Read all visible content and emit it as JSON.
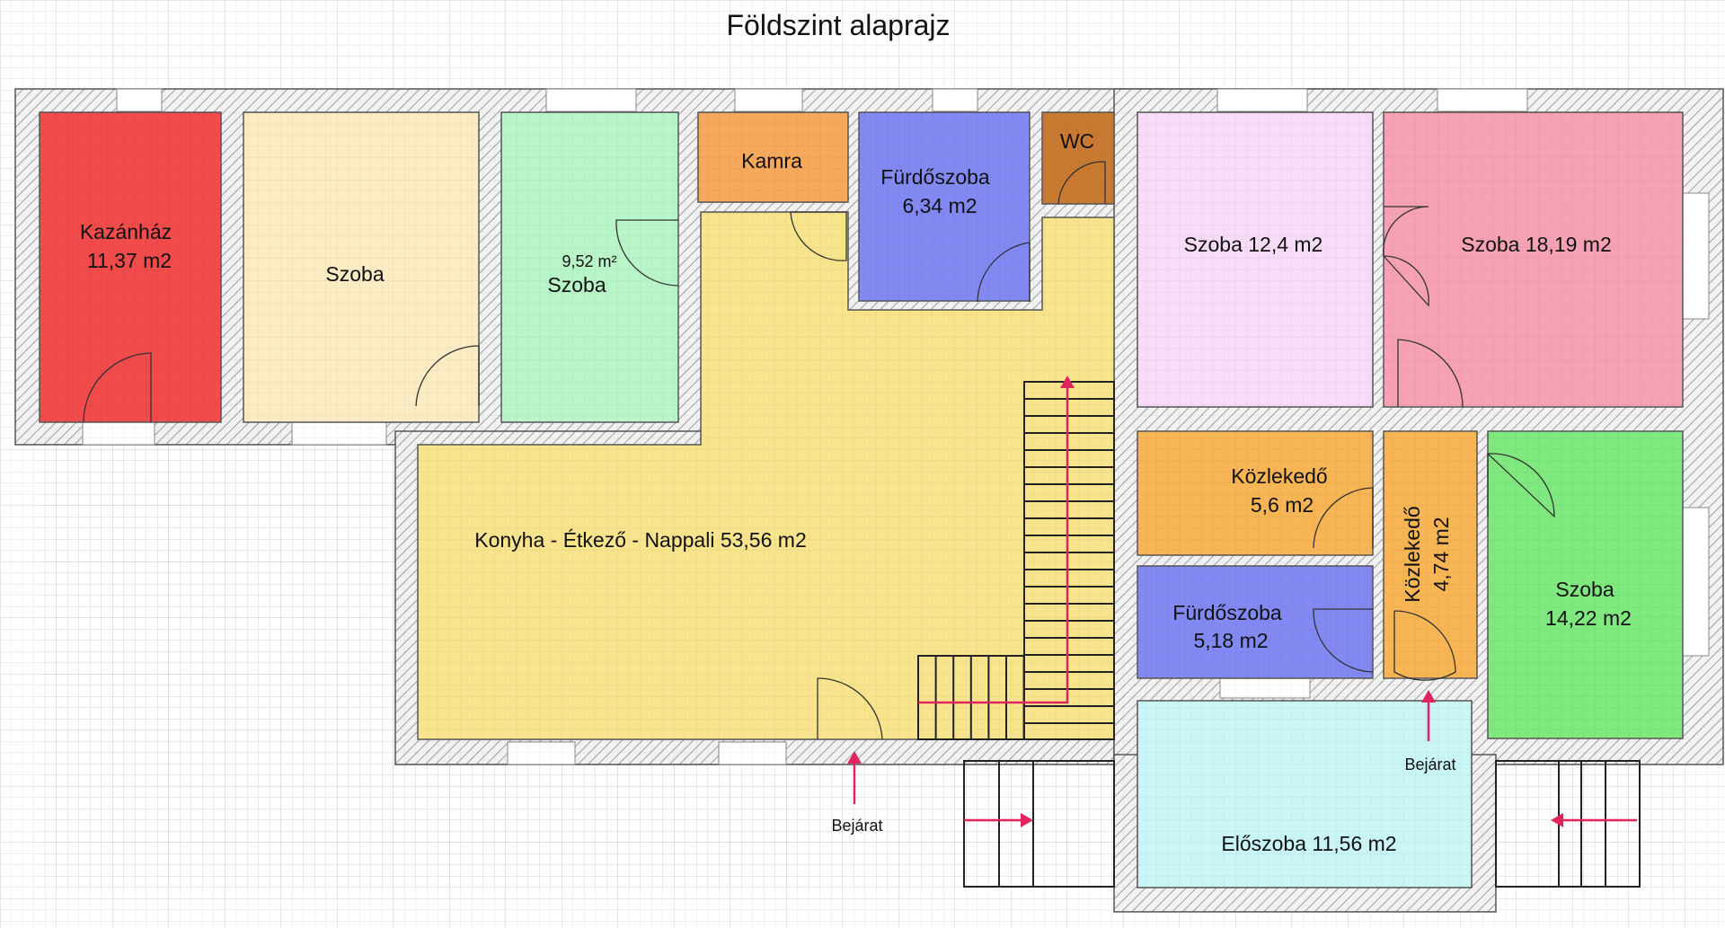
{
  "title": "Földszint alaprajz",
  "colors": {
    "kazanhaz": "#f24b4b",
    "szoba1": "#fbecc4",
    "szoba2": "#b8f5c8",
    "kamra": "#f7a85a",
    "furdo1": "#8389f3",
    "wc": "#c97a32",
    "nappali": "#f8e48c",
    "szoba3": "#f7dcf7",
    "szoba4": "#f7a2b4",
    "kozlekedo": "#f7b554",
    "furdo2": "#8389f3",
    "szoba5": "#7fe87f",
    "eloszoba": "#c9f5f7",
    "arrow": "#e0245e",
    "wall": "#cccccc"
  },
  "rooms": {
    "kazanhaz": {
      "line1": "Kazánház",
      "line2": "11,37 m2"
    },
    "szoba1": {
      "line1": "Szoba"
    },
    "szoba2": {
      "area": "9,52 m²",
      "line1": "Szoba"
    },
    "kamra": {
      "line1": "Kamra"
    },
    "furdo1": {
      "line1": "Fürdőszoba",
      "line2": "6,34 m2"
    },
    "wc": {
      "line1": "WC"
    },
    "nappali": {
      "line1": "Konyha - Étkező - Nappali 53,56 m2"
    },
    "szoba3": {
      "line1": "Szoba 12,4 m2"
    },
    "szoba4": {
      "line1": "Szoba 18,19 m2"
    },
    "kozlekedo1": {
      "line1": "Közlekedő",
      "line2": "5,6 m2"
    },
    "kozlekedo2": {
      "line1": "Közlekedő",
      "line2": "4,74 m2"
    },
    "furdo2": {
      "line1": "Fürdőszoba",
      "line2": "5,18 m2"
    },
    "szoba5": {
      "line1": "Szoba",
      "line2": "14,22 m2"
    },
    "eloszoba": {
      "line1": "Előszoba 11,56 m2"
    }
  },
  "entrances": {
    "main": "Bejárat",
    "side": "Bejárat"
  }
}
